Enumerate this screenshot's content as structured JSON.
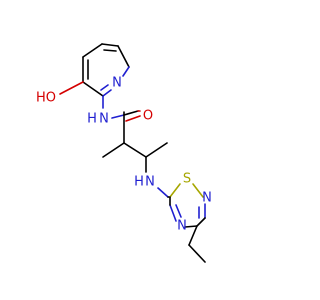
{
  "colors": {
    "carbon": "#000000",
    "nitrogen": "#1f1fd0",
    "oxygen": "#d40000",
    "sulfur": "#a6a600"
  },
  "atoms": {
    "pyridine_n": "N",
    "hydroxyl": "HO",
    "amide_nh": "N",
    "amide_h": "H",
    "carbonyl_o": "O",
    "amine_n": "N",
    "amine_h": "H",
    "thiadiazole_s": "S",
    "thiadiazole_n2": "N",
    "thiadiazole_n4": "N"
  }
}
